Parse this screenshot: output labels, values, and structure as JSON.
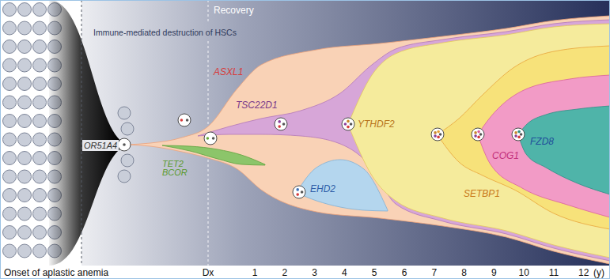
{
  "diagram": {
    "labels": [
      "Immune-mediated destruction of HSCs",
      "Recovery",
      "OR51A4",
      "TET2",
      "BCOR",
      "ASXL1",
      "TSC22D1",
      "EHD2",
      "YTHDF2",
      "SETBP1",
      "COG1",
      "FZD8",
      "Onset of aplastic anemia",
      "Dx",
      "1",
      "2",
      "3",
      "4",
      "5",
      "6",
      "7",
      "8",
      "9",
      "10",
      "11",
      "12",
      "(y)"
    ]
  }
}
